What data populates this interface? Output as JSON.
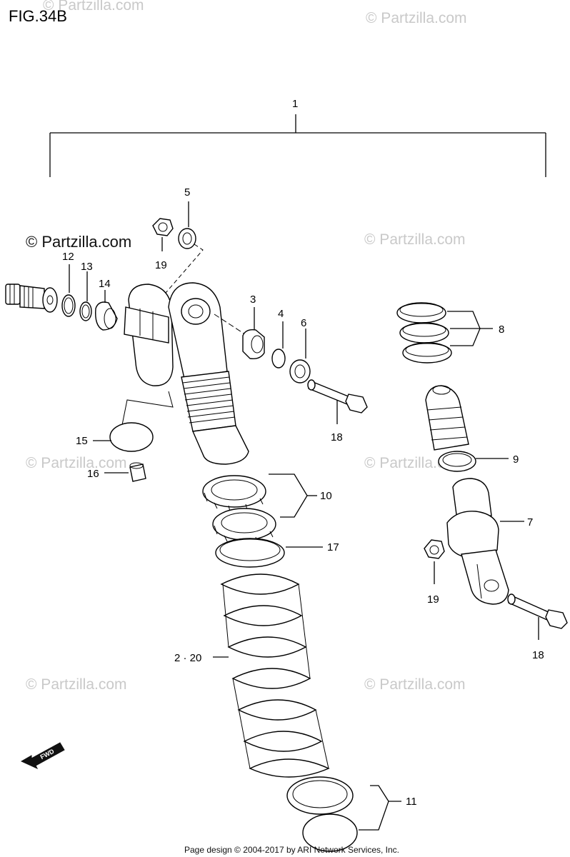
{
  "figure": {
    "title": "FIG.34B"
  },
  "watermarks": {
    "text": "© Partzilla.com",
    "dark_text": "© Partzilla.com"
  },
  "callouts": {
    "c1": "1",
    "c2_20": "2 · 20",
    "c3": "3",
    "c4": "4",
    "c5": "5",
    "c6": "6",
    "c7": "7",
    "c8": "8",
    "c9": "9",
    "c10": "10",
    "c11": "11",
    "c12": "12",
    "c13": "13",
    "c14": "14",
    "c15": "15",
    "c16": "16",
    "c17": "17",
    "c18a": "18",
    "c18b": "18",
    "c19a": "19",
    "c19b": "19"
  },
  "fwd_label": "FWD",
  "footer": {
    "text": "Page design © 2004-2017 by ARI Network Services, Inc."
  }
}
